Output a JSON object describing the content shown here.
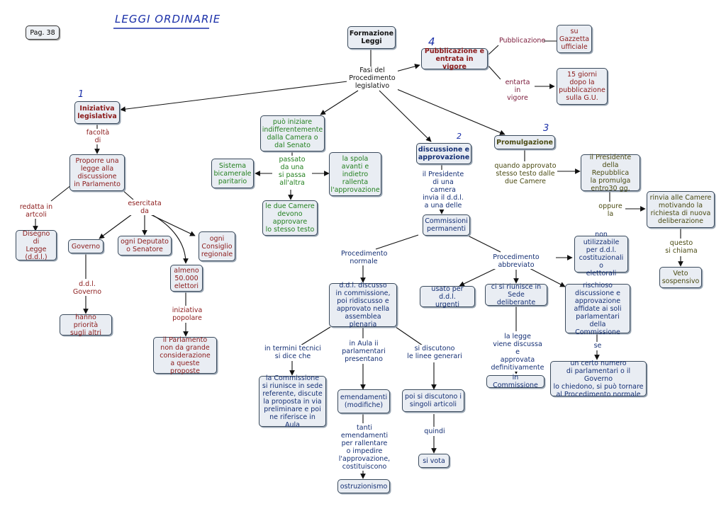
{
  "header": {
    "page": "Pag. 38",
    "title": "LEGGI ORDINARIE"
  },
  "nodes": {
    "formazione": "Formazione\nLeggi",
    "pubblicazione": "Pubblicazione e\nentrata in vigore",
    "gazzetta": "su\nGazzetta\nufficiale",
    "quindici": "15 giorni\ndopo la\npubblicazione\nsulla G.U.",
    "iniziativa": "Iniziativa\nlegislativa",
    "proporre": "Proporre una\nlegge alla\ndiscussione\nin Parlamento",
    "disegno": "Disegno di\nLegge\n(d.d.l.)",
    "governo": "Governo",
    "deputato": "ogni Deputato\no Senatore",
    "consiglio": "ogni\nConsiglio\nregionale",
    "elettori": "almeno\n50.000\nelettori",
    "priorita": "hanno priorità\nsugli altri",
    "parlamento_non": "il Parlamento\nnon da grande\nconsiderazione\na queste proposte",
    "puo_iniziare": "può iniziare\nindifferentemente\ndalla Camera o\ndal Senato",
    "sistema": "Sistema\nbicamerale\nparitario",
    "spola": "la spola\navanti e\nindietro\nrallenta\nl'approvazione",
    "due_camere": "le due Camere\ndevono\napprovare\nlo stesso testo",
    "discussione": "discussione e\napprovazione",
    "commissioni": "Commissioni\npermanenti",
    "ddl_discusso": "d.d.l. discusso\nin commissione,\npoi ridiscusso e\napprovato nella\nassemblea plenaria",
    "commissione_sede": "la Commissione\nsi riunisce in sede\nreferente, discute\nla proposta in via\npreliminare e poi\nne riferisce in Aula",
    "emendamenti": "emendamenti\n(modifiche)",
    "singoli": "poi si discutono i\nsingoli articoli",
    "ostruzionismo": "ostruzionismo",
    "si_vota": "si vota",
    "non_utilizzabile": "non utilizzabile\nper d.d.l.\ncostituzionali o\nelettorali",
    "urgenti": "usato per d.d.l.\nurgenti",
    "deliberante": "ci si riunisce in\nSede deliberante",
    "rischioso": "rischioso\ndiscussione e\napprovazione\naffidate ai soli\nparlamentari\ndella Commissione",
    "in_commissione": "in Commissione",
    "certo_numero": "un certo numero\ndi parlamentari o il Governo\nlo chiedono, si può tornare\nal Procedimento normale",
    "promulgazione": "Promulgazione",
    "presidente": "il Presidente\ndella Repubblica\nla promulga\nentro30 gg.",
    "rinvia": "rinvia alle Camere\nmotivando la\nrichiesta di nuova\ndeliberazione",
    "veto": "Veto\nsospensivo"
  },
  "labels": {
    "fasi": "Fasi del\nProcedimento\nlegislativo",
    "pubblicazione_lbl": "Pubblicazione",
    "entarta": "entarta in\nvigore",
    "facolta": "facoltà\ndi",
    "redatta": "redatta in\nartcoli",
    "esercitata": "esercitata\nda",
    "ddl_governo": "d.d.l.\nGoverno",
    "iniziativa_pop": "iniziativa\npopolare",
    "passato": "passato\nda una\nsi passa\nall'altra",
    "presidente_camera": "il Presidente\ndi una camera\ninvia il d.d.l.\na una delle",
    "normale": "Procedimento\nnormale",
    "abbreviato": "Procedimento\nabbreviato",
    "tecnici": "in termini tecnici\nsi dice che",
    "in_aula": "in Aula ii\nparlamentari\npresentano",
    "discutono": "si discutono\nle linee generari",
    "tanti": "tanti emendamenti\nper rallentare\no impedire\nl'approvazione,\ncostituiscono",
    "quindi": "quindi",
    "legge_viene": "la legge\nviene discussa e\napprovata\ndefinitivamente",
    "se": "se",
    "quando": "quando approvato\nstesso testo dalle\ndue Camere",
    "oppure": "oppure\nla",
    "questo": "questo\nsi chiama"
  },
  "phase_numbers": {
    "n1": "1",
    "n2": "2",
    "n3": "3",
    "n4": "4"
  },
  "colors": {
    "red": "#8b1a1a",
    "navy": "#142f74",
    "green": "#23801f",
    "olive": "#4a4a12",
    "plum": "#7a1a3a",
    "ink": "#1a2fa8",
    "node_fill": "#e9edf3",
    "border": "#3a4a5c"
  }
}
